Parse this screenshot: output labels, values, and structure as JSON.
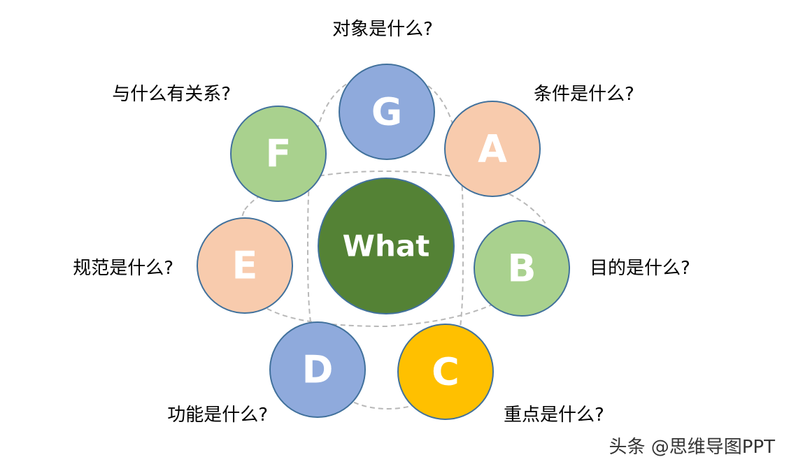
{
  "center": {
    "label": "What",
    "color": "#548235"
  },
  "nodes": [
    {
      "id": "G",
      "letter": "G",
      "question": "对象是什么?",
      "color": "#8faadc"
    },
    {
      "id": "A",
      "letter": "A",
      "question": "条件是什么?",
      "color": "#f8cbad"
    },
    {
      "id": "B",
      "letter": "B",
      "question": "目的是什么?",
      "color": "#a9d18e"
    },
    {
      "id": "C",
      "letter": "C",
      "question": "重点是什么?",
      "color": "#ffc000"
    },
    {
      "id": "D",
      "letter": "D",
      "question": "功能是什么?",
      "color": "#8faadc"
    },
    {
      "id": "E",
      "letter": "E",
      "question": "规范是什么?",
      "color": "#f8cbad"
    },
    {
      "id": "F",
      "letter": "F",
      "question": "与什么有关系?",
      "color": "#a9d18e"
    }
  ],
  "node_stroke_color": "#41719c",
  "watermark": "头条 @思维导图PPT"
}
